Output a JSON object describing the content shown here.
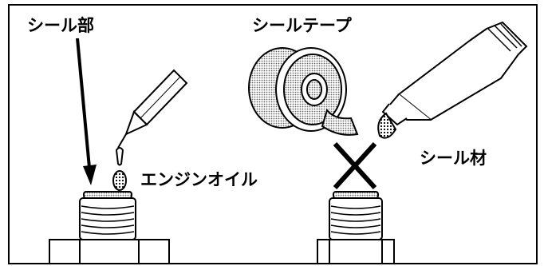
{
  "labels": {
    "seal_part": "シール部",
    "seal_tape": "シールテープ",
    "engine_oil": "エンジンオイル",
    "sealant": "シール材"
  },
  "colors": {
    "line": "#000000",
    "background": "#ffffff",
    "shade": "#9a9a9a"
  }
}
